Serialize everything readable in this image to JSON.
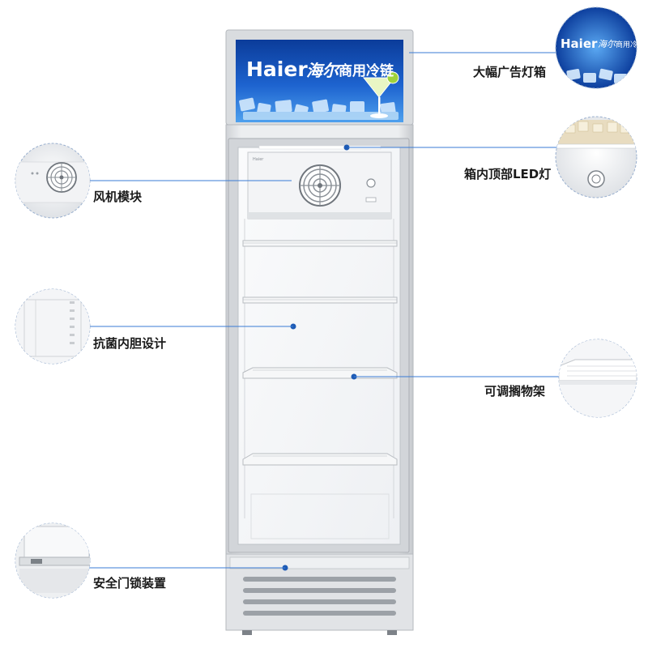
{
  "brand": {
    "logo_latin": "Haier",
    "logo_cn": "海尔",
    "tagline": "商用冷链",
    "small_logo": "Haier"
  },
  "callouts": {
    "lightbox": "大幅广告灯箱",
    "led": "箱内顶部LED灯",
    "fan": "风机模块",
    "liner": "抗菌内胆设计",
    "shelf": "可调搁物架",
    "lock": "安全门锁装置"
  },
  "colors": {
    "accent": "#1e5bb5",
    "banner_dark": "#0b3c9a",
    "banner_light": "#2f7fe0",
    "cabinet": "#e4e6e9",
    "line": "#3a7bd5"
  }
}
